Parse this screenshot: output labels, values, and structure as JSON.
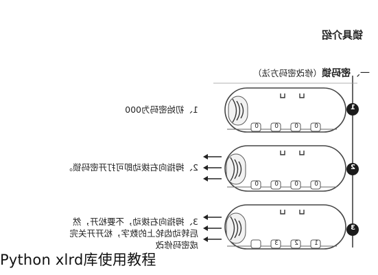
{
  "doc": {
    "heading": "锁具介绍",
    "section": {
      "marker": "一、",
      "title": "密码锁",
      "note": "（修改密码方法）"
    },
    "steps": [
      {
        "num": "1",
        "text": "1、初始密码为000",
        "digits": [
          "0",
          "0",
          "0",
          "0"
        ]
      },
      {
        "num": "2",
        "text": "2、拇指向右拨动即可打开密码锁。",
        "digits": [
          "0",
          "0",
          "0",
          "0"
        ]
      },
      {
        "num": "3",
        "lines": [
          "3、拇指向右拨动，不要松开，然",
          "后转动齿轮上的数字，松开开关完",
          "成密码修改"
        ],
        "digits": [
          "1",
          "2",
          "3",
          ""
        ]
      }
    ]
  },
  "overlay_caption": "Python xlrd库使用教程"
}
